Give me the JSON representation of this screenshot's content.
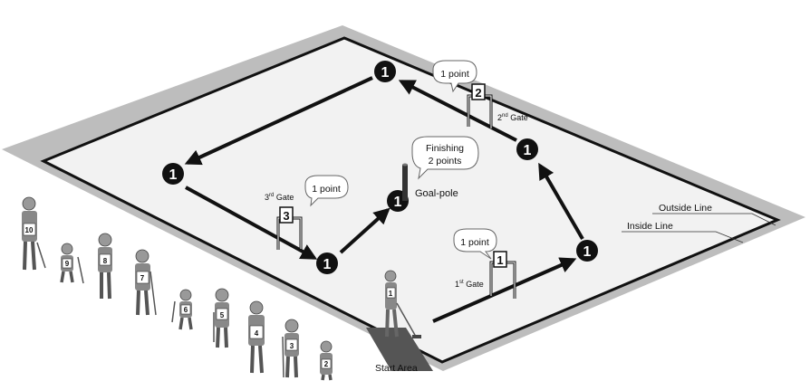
{
  "marker_label": "1",
  "callouts": {
    "gate1_points": "1 point",
    "gate2_points": "1 point",
    "gate3_points": "1 point",
    "finish_line1": "Finishing",
    "finish_line2": "2 points"
  },
  "gates": {
    "gate1": {
      "num": "1",
      "sup": "st",
      "word": "Gate",
      "flag": "1"
    },
    "gate2": {
      "num": "2",
      "sup": "nd",
      "word": "Gate",
      "flag": "2"
    },
    "gate3": {
      "num": "3",
      "sup": "rd",
      "word": "Gate",
      "flag": "3"
    }
  },
  "labels": {
    "goal_pole": "Goal-pole",
    "outside_line": "Outside Line",
    "inside_line": "Inside Line",
    "start_area": "Start Area"
  },
  "players": {
    "player_in_start": "1",
    "bibs": [
      "10",
      "9",
      "8",
      "7",
      "6",
      "5",
      "4",
      "3",
      "2"
    ]
  },
  "colors": {
    "court_border": "#bdbdbd",
    "court_field": "#f2f2f2",
    "line": "#111111"
  }
}
